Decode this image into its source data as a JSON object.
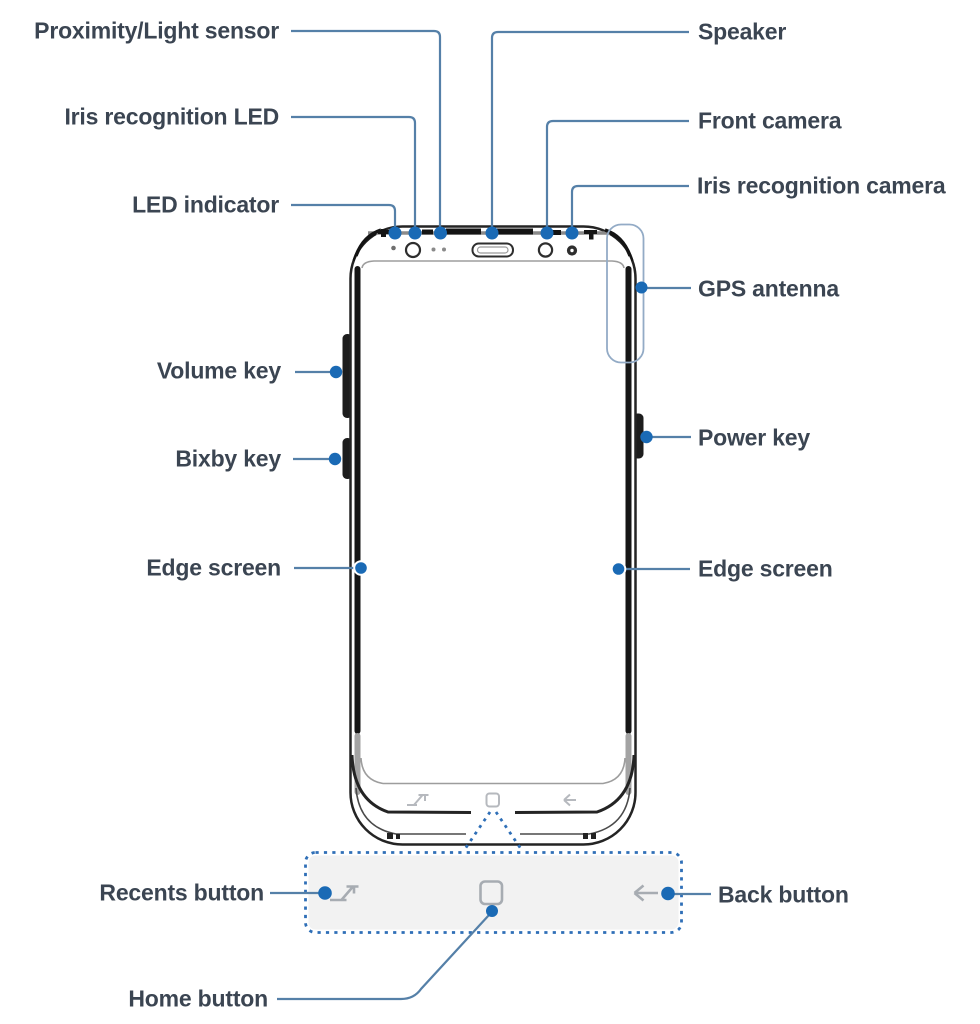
{
  "labels": {
    "proximity_light_sensor": "Proximity/Light sensor",
    "iris_recognition_led": "Iris recognition LED",
    "led_indicator": "LED indicator",
    "speaker": "Speaker",
    "front_camera": "Front camera",
    "iris_recognition_camera": "Iris recognition camera",
    "gps_antenna": "GPS antenna",
    "volume_key": "Volume key",
    "power_key": "Power key",
    "bixby_key": "Bixby key",
    "edge_screen_left": "Edge screen",
    "edge_screen_right": "Edge screen",
    "recents_button": "Recents button",
    "back_button": "Back button",
    "home_button": "Home button"
  },
  "icons": {
    "recents": "recents-icon",
    "home": "home-icon",
    "back": "back-icon"
  },
  "colors": {
    "label_text": "#3b4552",
    "callout_line": "#5580a8",
    "callout_dot": "#1a6ab5",
    "dotted_border": "#2f6fb7",
    "phone_outline": "#242424",
    "nav_icon": "#a7acb2"
  }
}
